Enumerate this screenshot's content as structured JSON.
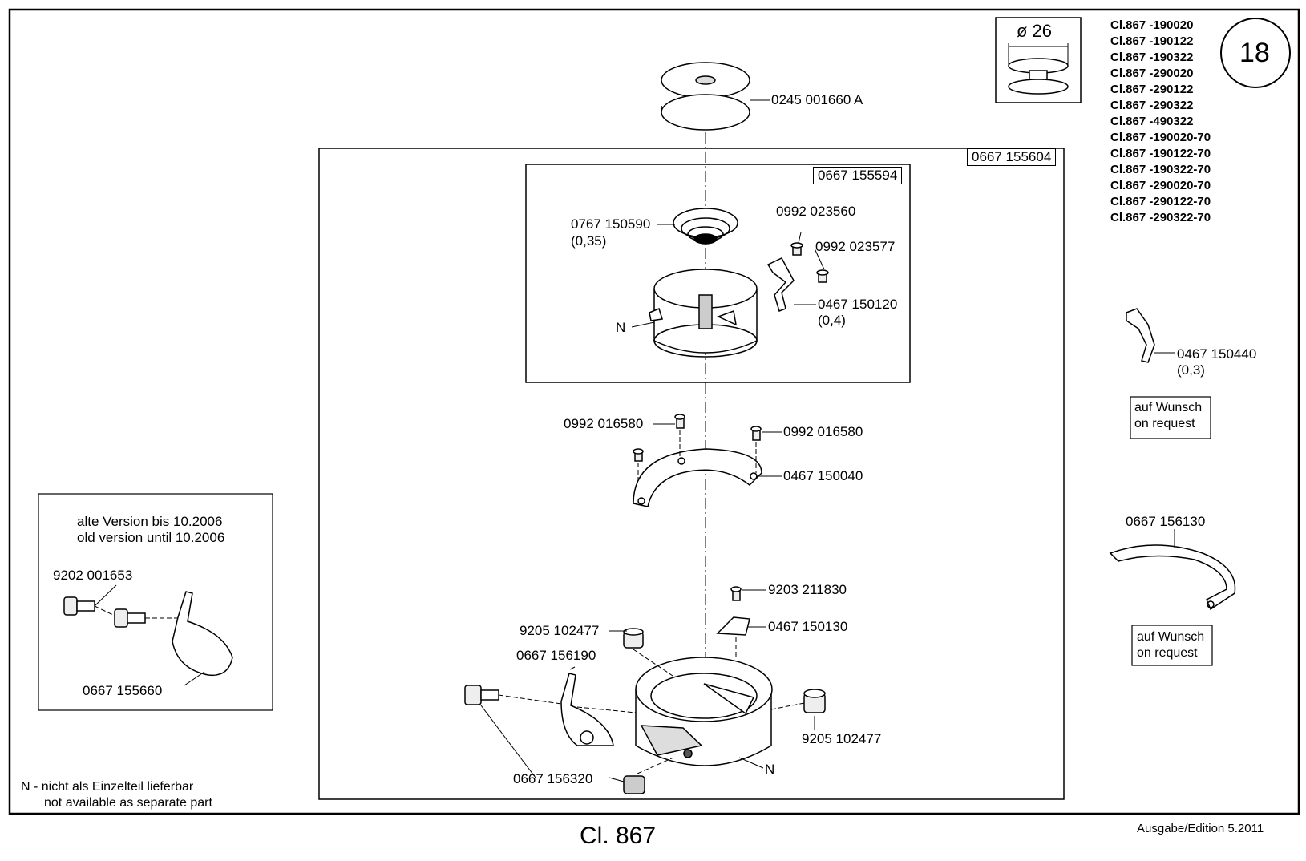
{
  "page_number": "18",
  "diameter_label": "ø 26",
  "models": [
    "Cl.867 -190020",
    "Cl.867 -190122",
    "Cl.867 -190322",
    "Cl.867 -290020",
    "Cl.867 -290122",
    "Cl.867 -290322",
    "Cl.867 -490322",
    "Cl.867 -190020-70",
    "Cl.867 -190122-70",
    "Cl.867 -190322-70",
    "Cl.867 -290020-70",
    "Cl.867 -290122-70",
    "Cl.867 -290322-70"
  ],
  "assembly_numbers": {
    "outer": "0667 155604",
    "inner": "0667 155594"
  },
  "parts": {
    "bobbin": "0245 001660 A",
    "spring": "0767 150590",
    "spring_thickness": "(0,35)",
    "screw_a": "0992 023560",
    "screw_b": "0992 023577",
    "latch": "0467 150120",
    "latch_thickness": "(0,4)",
    "n_mark_case": "N",
    "screw_left": "0992 016580",
    "screw_right": "0992 016580",
    "gib": "0467 150040",
    "screw_top": "9203 211830",
    "plate": "0467 150130",
    "set_screw_left": "9205 102477",
    "bracket": "0667 156190",
    "bracket_screw": "0667 156320",
    "set_screw_right": "9205 102477",
    "n_mark_hook": "N",
    "optional_spring": "0467 150440",
    "optional_spring_thickness": "(0,3)",
    "optional_gib": "0667 156130"
  },
  "on_request": {
    "de": "auf Wunsch",
    "en": "on request"
  },
  "old_version": {
    "de": "alte Version bis 10.2006",
    "en": "old version until  10.2006",
    "screw": "9202 001653",
    "part": "0667 155660"
  },
  "footnote": {
    "de": "N - nicht als Einzelteil lieferbar",
    "en": "not available as separate part"
  },
  "footer": {
    "title": "Cl. 867",
    "edition": "Ausgabe/Edition  5.2011"
  }
}
